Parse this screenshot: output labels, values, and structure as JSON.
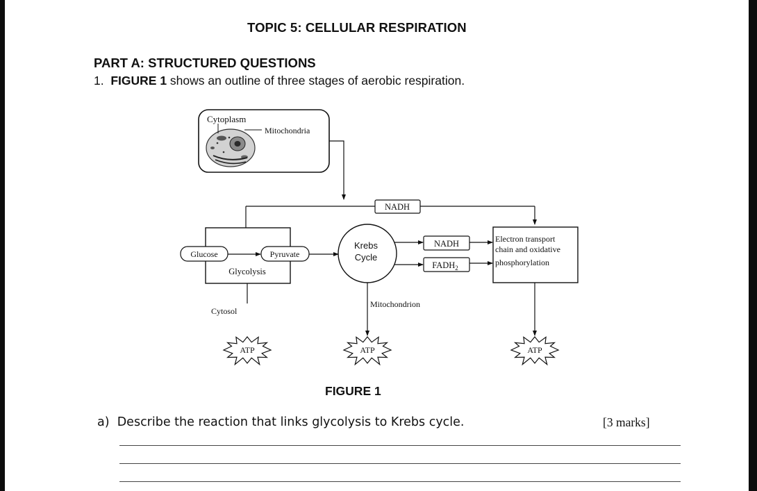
{
  "header": {
    "topic_title": "TOPIC 5: CELLULAR RESPIRATION",
    "part_title": "PART A: STRUCTURED QUESTIONS"
  },
  "question1": {
    "number": "1.",
    "figure_ref": "FIGURE 1",
    "text": " shows an outline of three stages of aerobic respiration."
  },
  "figure": {
    "cytoplasm_label": "Cytoplasm",
    "mitochondria_label": "Mitochondria",
    "nadh_top": "NADH",
    "glucose": "Glucose",
    "pyruvate": "Pyruvate",
    "glycolysis": "Glycolysis",
    "krebs_line1": "Krebs",
    "krebs_line2": "Cycle",
    "nadh_right": "NADH",
    "fadh2_main": "FADH",
    "fadh2_sub": "2",
    "etc_line1": "Electron transport",
    "etc_line2": "chain and oxidative",
    "etc_line3": "phosphorylation",
    "cytosol_label": "Cytosol",
    "mitochondrion_label": "Mitochondrion",
    "atp": "ATP",
    "caption": "FIGURE 1"
  },
  "question_a": {
    "label": "a)",
    "text": "Describe the reaction that links glycolysis to Krebs cycle.",
    "marks": "[3 marks]"
  }
}
